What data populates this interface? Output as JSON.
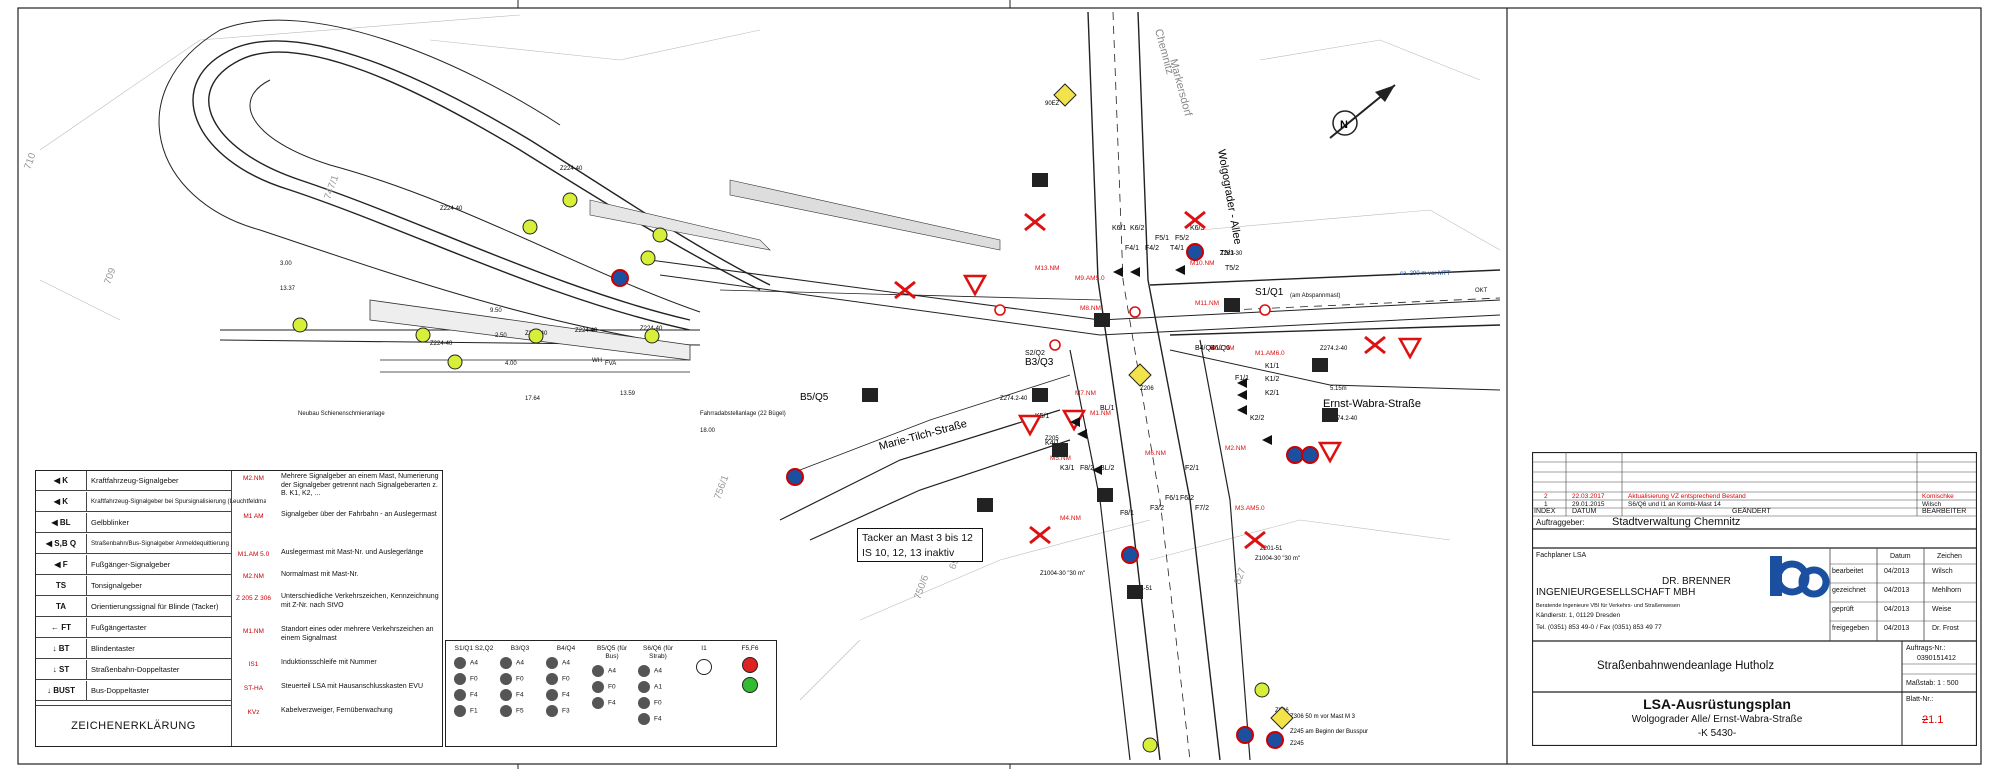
{
  "drawing": {
    "streets": {
      "wolgograder": "Wolgograder - Allee",
      "ernst": "Ernst-Wabra-Straße",
      "marie": "Marie-Tilch-Straße",
      "chemnitz": "Chemnitz",
      "markersdorf": "Markersdorf"
    },
    "parcels": [
      "747/1",
      "710",
      "709",
      "756/1",
      "750/6",
      "696/1",
      "827"
    ],
    "signals": [
      "S1/Q1",
      "B5/Q5",
      "B3/Q3",
      "S2/Q2",
      "K5/1",
      "K4/1",
      "K3/1",
      "K6/1",
      "K6/2",
      "K6/3",
      "K1/1",
      "K1/2",
      "K2/1",
      "K2/2",
      "F1/1",
      "F2/1",
      "F3/2",
      "F4/1",
      "F4/2",
      "F5/1",
      "F5/2",
      "F6/1",
      "F6/2",
      "F7/2",
      "F8/1",
      "F8/2",
      "B4/Q4",
      "B6/Q6",
      "BL/1",
      "BL/2",
      "T4/1",
      "T4/2",
      "T5/1",
      "T5/2"
    ],
    "masts": [
      "M1.NM",
      "M2.NM",
      "M3.AM5.0",
      "M4.NM",
      "M5.NM",
      "M6.NM",
      "M7.NM",
      "M8.NM",
      "M9.AM5.0",
      "M10.NM",
      "M11.NM",
      "M12.NM",
      "M13.NM",
      "M1.AM6.0"
    ],
    "signs": [
      "Z224-40",
      "Z224-40",
      "Z224-40",
      "Z224-40",
      "Z224-40",
      "Z224-40",
      "Z274.2-40",
      "Z274.2-40",
      "Z274.2-40",
      "Z205",
      "Z206",
      "Z306",
      "90EZ",
      "Z1004-30 \"30 m\"",
      "Z1004-30 \"30 m\"",
      "Z201-51",
      "Z201-51",
      "Z245",
      "Z245 am Beginn der Busspur",
      "Z306 50 m vor Mast M 3",
      "Z283-30"
    ],
    "annotations": [
      "Neubau Schienenschmieranlage",
      "Fahrradabstellanlage (22 Bügel)",
      "ca. 290 m vor MTT",
      "(am Abspannmast)",
      "18.00",
      "13.37",
      "13.59",
      "17.64",
      "9.50",
      "5.15m",
      "OKT",
      "WH",
      "FVA",
      "2.50",
      "3.00",
      "4.00"
    ]
  },
  "north_arrow": "N",
  "note": {
    "line1": "Tacker an Mast 3 bis 12",
    "line2": "IS 10, 12, 13 inaktiv"
  },
  "legend": {
    "title": "ZEICHENERKLÄRUNG",
    "rows": [
      {
        "sym": "◀ K",
        "desc": "Kraftfahrzeug-Signalgeber"
      },
      {
        "sym": "◀ K",
        "desc": "Kraftfahrzeug-Signalgeber bei Spursignalisierung (Leuchtfeldmaske)"
      },
      {
        "sym": "◀ BL",
        "desc": "Gelbblinker"
      },
      {
        "sym": "◀ S,B Q",
        "desc": "Straßenbahn/Bus-Signalgeber Anmeldequittierung"
      },
      {
        "sym": "◀ F",
        "desc": "Fußgänger-Signalgeber"
      },
      {
        "sym": "TS",
        "desc": "Tonsignalgeber"
      },
      {
        "sym": "TA",
        "desc": "Orientierungssignal für Blinde (Tacker)"
      },
      {
        "sym": "← FT",
        "desc": "Fußgängertaster"
      },
      {
        "sym": "↓ BT",
        "desc": "Blindentaster"
      },
      {
        "sym": "↓ ST",
        "desc": "Straßenbahn-Doppeltaster"
      },
      {
        "sym": "↓ BUST",
        "desc": "Bus-Doppeltaster"
      }
    ],
    "right": [
      {
        "sym": "M2.NM",
        "desc": "Mehrere Signalgeber an einem Mast, Numerierung der Signalgeber getrennt nach Signalgeberarten z. B. K1, K2, ..."
      },
      {
        "sym": "M1 AM",
        "desc": "Signalgeber über der Fahrbahn - an Auslegermast"
      },
      {
        "sym": "M1.AM 5.0",
        "desc": "Auslegermast mit Mast-Nr. und Auslegerlänge"
      },
      {
        "sym": "M2.NM",
        "desc": "Normalmast mit Mast-Nr."
      },
      {
        "sym": "Z 205  Z 306",
        "desc": "Unterschiedliche Verkehrszeichen, Kennzeichnung mit Z-Nr. nach StVO"
      },
      {
        "sym": "M1.NM",
        "desc": "Standort eines oder mehrere Verkehrszeichen an einem Signalmast"
      },
      {
        "sym": "IS1",
        "desc": "Induktionsschleife mit Nummer"
      },
      {
        "sym": "ST-HA",
        "desc": "Steuerteil LSA mit Hausanschlusskasten EVU"
      },
      {
        "sym": "KVz",
        "desc": "Kabelverzweiger, Fernüberwachung"
      }
    ]
  },
  "phases": {
    "columns": [
      "S1/Q1 S2,Q2",
      "B3/Q3",
      "B4/Q4",
      "B5/Q5 (für Bus)",
      "S6/Q6 (für Strab)",
      "I1",
      "F5,F6"
    ],
    "codes": [
      "A4",
      "F0",
      "F4",
      "F1",
      "A4",
      "F0",
      "F4",
      "F5",
      "A4",
      "F0",
      "F4",
      "F3",
      "A4",
      "F0",
      "F4",
      "A4",
      "A1",
      "F0",
      "F4"
    ]
  },
  "title_block": {
    "revisions": [
      {
        "n": "2",
        "date": "22.03.2017",
        "text": "Aktualisierung VZ entsprechend Bestand",
        "by": "Komischke"
      },
      {
        "n": "1",
        "date": "29.01.2015",
        "text": "S6/Q6 und I1 an Kombi-Mast 14",
        "by": "Wilsch"
      }
    ],
    "rev_header": {
      "index": "INDEX",
      "datum": "DATUM",
      "geaendert": "GEÄNDERT",
      "bearbeiter": "BEARBEITER"
    },
    "auftraggeber_label": "Auftraggeber:",
    "auftraggeber": "Stadtverwaltung Chemnitz",
    "fachplaner_label": "Fachplaner LSA",
    "company1": "DR. BRENNER",
    "company2": "INGENIEURGESELLSCHAFT MBH",
    "company3": "Beratende Ingenieure VBI für Verkehrs- und Straßenwesen",
    "company4": "Kändlerstr. 1, 01129 Dresden",
    "company5": "Tel. (0351) 853 49-0 / Fax (0351) 853 49 77",
    "sig_header": {
      "datum": "Datum",
      "zeichen": "Zeichen"
    },
    "sig_rows": [
      {
        "role": "bearbeitet",
        "date": "04/2013",
        "name": "Wilsch"
      },
      {
        "role": "gezeichnet",
        "date": "04/2013",
        "name": "Mehlhorn"
      },
      {
        "role": "geprüft",
        "date": "04/2013",
        "name": "Weise"
      },
      {
        "role": "freigegeben",
        "date": "04/2013",
        "name": "Dr. Frost"
      }
    ],
    "project": "Straßenbahnwendeanlage Hutholz",
    "auftrag_label": "Auftrags-Nr.:",
    "auftrag": "0390151412",
    "massstab": "Maßstab: 1 : 500",
    "blatt_label": "Blatt-Nr.:",
    "blatt": "2",
    "blatt_red": "1.1",
    "title": "LSA-Ausrüstungsplan",
    "subtitle": "Wolgograder Alle/ Ernst-Wabra-Straße",
    "code": "-K 5430-"
  },
  "colors": {
    "red": "#d11",
    "blue": "#1b4fa0",
    "yellow": "#f2e34b",
    "lime": "#d8ef3a"
  }
}
